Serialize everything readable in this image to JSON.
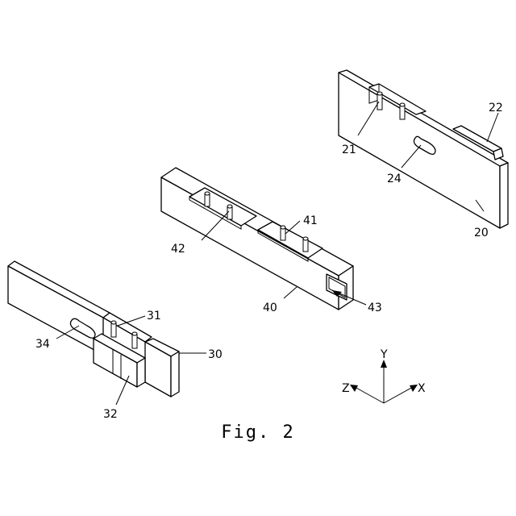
{
  "figure": {
    "caption": "Fig. 2",
    "labels": {
      "l20": "20",
      "l21": "21",
      "l22": "22",
      "l24": "24",
      "l30": "30",
      "l31": "31",
      "l32": "32",
      "l34": "34",
      "l40": "40",
      "l41": "41",
      "l42": "42",
      "l43": "43"
    },
    "axes": {
      "x": "X",
      "y": "Y",
      "z": "Z"
    }
  }
}
